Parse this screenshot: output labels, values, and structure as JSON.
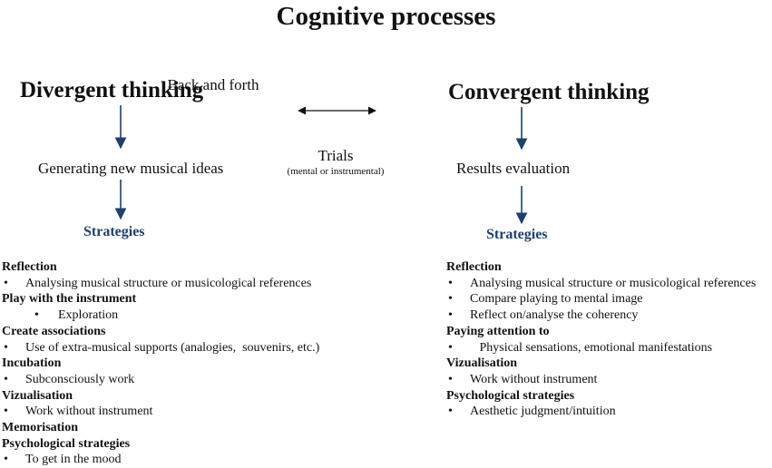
{
  "title": "Cognitive processes",
  "divergent": {
    "heading": "Divergent thinking",
    "step": "Generating new musical ideas",
    "strategies_label": "Strategies",
    "list": [
      {
        "kind": "section",
        "text": "Reflection"
      },
      {
        "kind": "item",
        "text": "Analysing musical structure or musicological references"
      },
      {
        "kind": "section",
        "text": "Play with the instrument"
      },
      {
        "kind": "subitem",
        "text": "Exploration"
      },
      {
        "kind": "section",
        "text": "Create associations"
      },
      {
        "kind": "item",
        "text": "Use of extra-musical supports (analogies,  souvenirs, etc.)"
      },
      {
        "kind": "section",
        "text": "Incubation"
      },
      {
        "kind": "item",
        "text": "Subconsciously work"
      },
      {
        "kind": "section",
        "text": "Vizualisation"
      },
      {
        "kind": "item",
        "text": "Work without instrument"
      },
      {
        "kind": "section",
        "text": "Memorisation"
      },
      {
        "kind": "section",
        "text": "Psychological strategies"
      },
      {
        "kind": "item",
        "text": "To get in the mood"
      }
    ]
  },
  "center": {
    "back_forth": "Back and forth",
    "trials": "Trials",
    "trials_note": "(mental  or instrumental)"
  },
  "convergent": {
    "heading": "Convergent thinking",
    "step": "Results evaluation",
    "strategies_label": "Strategies",
    "list": [
      {
        "kind": "section",
        "text": "Reflection"
      },
      {
        "kind": "item",
        "text": "Analysing musical structure or musicological references"
      },
      {
        "kind": "item",
        "text": "Compare playing to mental image"
      },
      {
        "kind": "item",
        "text": "Reflect on/analyse the coherency"
      },
      {
        "kind": "section",
        "text": "Paying attention to"
      },
      {
        "kind": "item",
        "text": "   Physical sensations, emotional manifestations"
      },
      {
        "kind": "section",
        "text": "Vizualisation"
      },
      {
        "kind": "item",
        "text": "Work without instrument"
      },
      {
        "kind": "section",
        "text": "Psychological strategies"
      },
      {
        "kind": "item",
        "text": "Aesthetic judgment/intuition"
      }
    ]
  },
  "colors": {
    "arrow": "#1f3f6e",
    "strategies": "#1f3f6e",
    "text": "#111111"
  },
  "bullet_glyph": "•"
}
